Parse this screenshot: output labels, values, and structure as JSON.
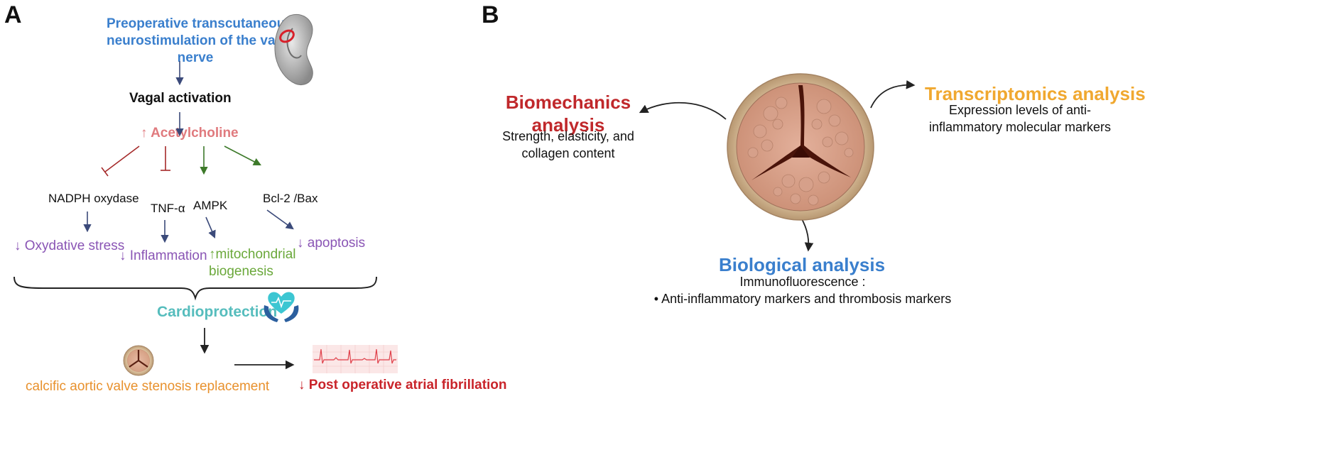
{
  "panel_a": {
    "letter": "A",
    "stimulus_line1": "Preoperative transcutaneous",
    "stimulus_line2": "neurostimulation of the vagus",
    "stimulus_line3": "nerve",
    "vagal": "Vagal activation",
    "acetylcholine": "↑ Acetylcholine",
    "targets": {
      "nadph": "NADPH oxydase",
      "tnf": "TNF-α",
      "ampk": "AMPK",
      "bcl": "Bcl-2 /Bax"
    },
    "effects": {
      "oxidative": "↓ Oxydative stress",
      "inflammation": "↓ Inflammation",
      "mito_line1": "↑mitochondrial",
      "mito_line2": "biogenesis",
      "apoptosis": "↓ apoptosis"
    },
    "cardioprotection": "Cardioprotection",
    "valve_replacement": "calcific aortic valve stenosis replacement",
    "poaf": "↓ Post operative atrial fibrillation"
  },
  "panel_b": {
    "letter": "B",
    "biomech_title_line1": "Biomechanics",
    "biomech_title_line2": "analysis",
    "biomech_desc_line1": "Strength, elasticity, and",
    "biomech_desc_line2": "collagen content",
    "trans_title": "Transcriptomics analysis",
    "trans_desc_line1": "Expression levels of anti-",
    "trans_desc_line2": "inflammatory molecular markers",
    "biol_title": "Biological analysis",
    "biol_desc_line1": "Immunofluorescence :",
    "biol_desc_line2": "• Anti-inflammatory markers and thrombosis markers"
  },
  "colors": {
    "blue": "#3a7fcd",
    "pink": "#e07a7e",
    "purple": "#8a55b5",
    "green": "#6aa83a",
    "teal": "#56bdbd",
    "orange": "#e8912d",
    "red": "#c9242a",
    "arrow_navy": "#3b4a7a",
    "inhibit_red": "#a52a2a",
    "activate_green": "#3d7a2a"
  },
  "icons": [
    "ear-icon",
    "heart-hands-icon",
    "aortic-valve-icon",
    "ecg-strip-icon",
    "aortic-valve-large-icon"
  ]
}
